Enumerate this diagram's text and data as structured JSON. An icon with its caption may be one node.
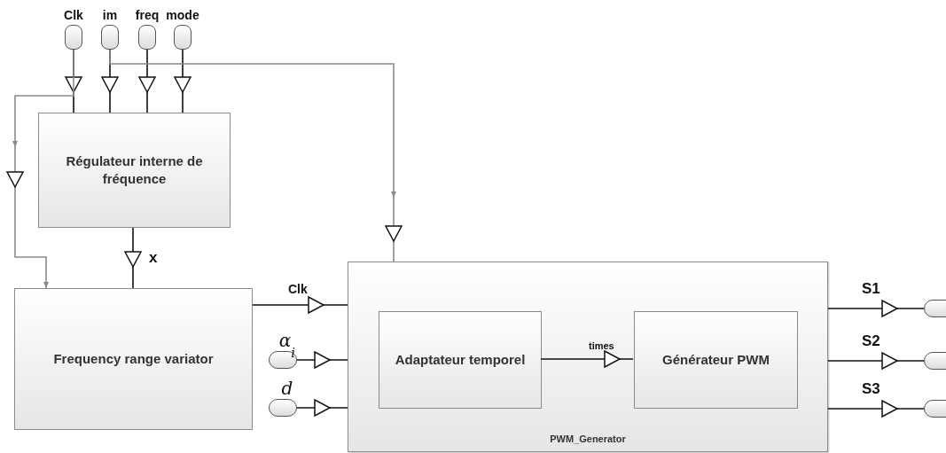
{
  "diagram": {
    "nodes": [
      {
        "text": [
          "Clk"
        ]
      },
      {
        "text": [
          "im"
        ]
      },
      {
        "text": [
          "freq"
        ]
      },
      {
        "text": [
          "mode"
        ]
      },
      {
        "text": [
          "Régulateur interne de fréquence"
        ]
      },
      {
        "text": [
          "Frequency range variator"
        ]
      },
      {
        "text": [
          "PWM_Generator"
        ]
      },
      {
        "text": [
          "Adaptateur temporel"
        ],
        "in": 6
      },
      {
        "text": [
          "Générateur PWM"
        ],
        "in": 6
      },
      {
        "text": [
          "α$_{i}$"
        ]
      },
      {
        "text": [
          "d"
        ]
      },
      {
        "text": [],
        "shape": "box"
      },
      {
        "text": [],
        "shape": "box"
      },
      {
        "text": [],
        "shape": "box"
      }
    ],
    "edges": [
      {
        "from": 0,
        "to": 4,
        "arrow": "to"
      },
      {
        "from": 1,
        "to": 4,
        "arrow": "to"
      },
      {
        "from": 2,
        "to": 4,
        "arrow": "to"
      },
      {
        "from": 3,
        "to": 4,
        "arrow": "to"
      },
      {
        "from": 0,
        "to": 5,
        "arrow": "to",
        "color": "#8a8a8a"
      },
      {
        "from": 1,
        "to": 6,
        "arrow": "to",
        "color": "#8a8a8a"
      },
      {
        "from": 4,
        "to": 5,
        "arrow": "to",
        "label": "x"
      },
      {
        "from": 5,
        "to": 6,
        "arrow": "to",
        "label": "Clk"
      },
      {
        "from": 9,
        "to": 6,
        "arrow": "to"
      },
      {
        "from": 10,
        "to": 6,
        "arrow": "to"
      },
      {
        "from": 7,
        "to": 8,
        "arrow": "to",
        "label": "times"
      },
      {
        "from": 6,
        "to": 11,
        "arrow": "to",
        "label": "S1"
      },
      {
        "from": 6,
        "to": 12,
        "arrow": "to",
        "label": "S2"
      },
      {
        "from": 6,
        "to": 13,
        "arrow": "to",
        "label": "S3"
      }
    ]
  }
}
